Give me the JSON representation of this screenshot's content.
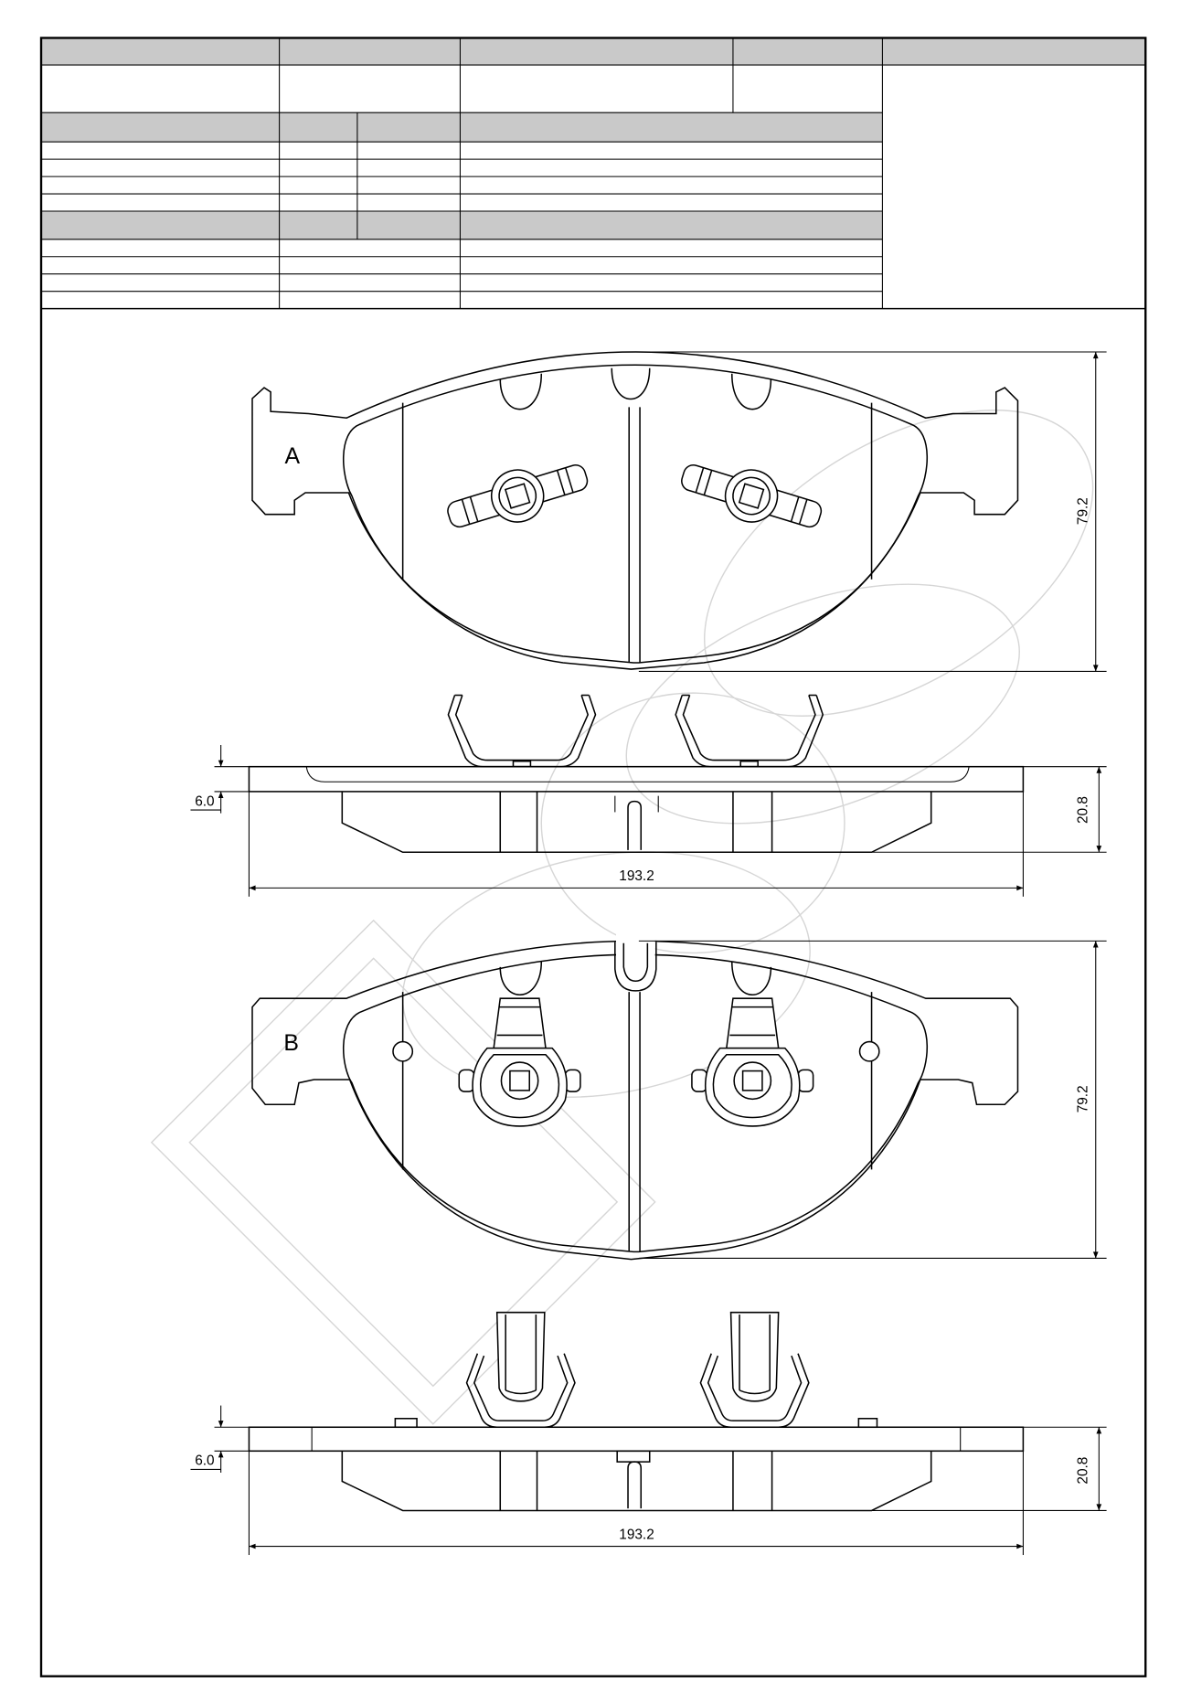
{
  "drawing": {
    "views": [
      {
        "label": "A",
        "pad_height": "79.2",
        "backplate_thickness": "6.0",
        "total_thickness": "20.8",
        "pad_width": "193.2"
      },
      {
        "label": "B",
        "pad_height": "79.2",
        "backplate_thickness": "6.0",
        "total_thickness": "20.8",
        "pad_width": "193.2"
      }
    ]
  },
  "colors": {
    "line": "#000000",
    "table_header": "#c9c9c9",
    "watermark": "#d6d6d6"
  }
}
